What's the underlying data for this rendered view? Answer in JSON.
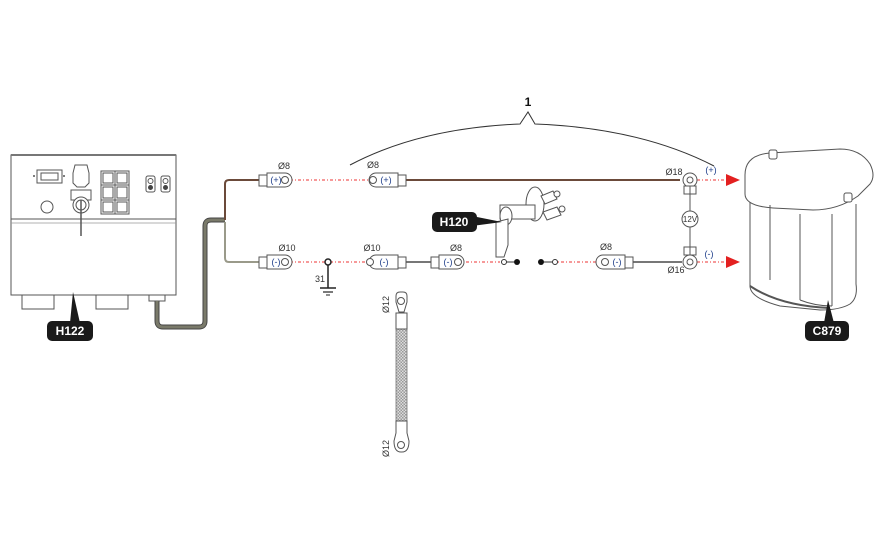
{
  "diagram": {
    "title": "Battery wiring diagram",
    "group_label": "1",
    "components": {
      "control_box": {
        "tag": "H122"
      },
      "disconnect_switch": {
        "tag": "H120"
      },
      "battery": {
        "tag": "C879",
        "voltage": "12V"
      }
    },
    "positive_line": {
      "terminals": [
        {
          "size": "Ø8",
          "polarity": "(+)"
        },
        {
          "size": "Ø8",
          "polarity": "(+)"
        },
        {
          "size": "Ø18",
          "polarity": "(+)"
        }
      ]
    },
    "negative_line": {
      "terminals": [
        {
          "size": "Ø10",
          "polarity": "(-)"
        },
        {
          "size": "Ø10",
          "polarity": "(-)"
        },
        {
          "size": "Ø8",
          "polarity": "(-)"
        },
        {
          "size": "Ø8",
          "polarity": "(-)"
        },
        {
          "size": "Ø16",
          "polarity": "(-)"
        }
      ],
      "ground_label": "31"
    },
    "ground_strap": {
      "top_size": "Ø12",
      "bottom_size": "Ø12"
    },
    "colors": {
      "positive_wire": "#6b4a3a",
      "negative_wire": "#8a8a7a",
      "harness": "#6b6b5e",
      "dash_line": "#ee3333",
      "arrow": "#e32020",
      "tag_bg": "#1a1a1a",
      "polarity_text": "#1d3d8a"
    }
  }
}
